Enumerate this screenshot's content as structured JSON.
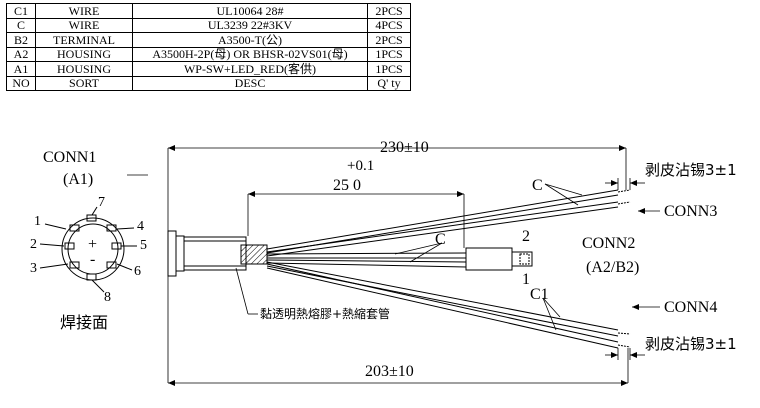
{
  "bom": {
    "rows": [
      {
        "no": "C1",
        "sort": "WIRE",
        "desc": "UL10064 28#",
        "qty": "2PCS"
      },
      {
        "no": "C",
        "sort": "WIRE",
        "desc": "UL3239 22#3KV",
        "qty": "4PCS"
      },
      {
        "no": "B2",
        "sort": "TERMINAL",
        "desc": "A3500-T(公)",
        "qty": "2PCS"
      },
      {
        "no": "A2",
        "sort": "HOUSING",
        "desc": "A3500H-2P(母) OR BHSR-02VS01(母)",
        "qty": "1PCS"
      },
      {
        "no": "A1",
        "sort": "HOUSING",
        "desc": "WP-SW+LED_RED(客供)",
        "qty": "1PCS"
      },
      {
        "no": "NO",
        "sort": "SORT",
        "desc": "DESC",
        "qty": "Q' ty"
      }
    ]
  },
  "labels": {
    "conn1": "CONN1",
    "conn1_sub": "(A1)",
    "dim_230": "230±10",
    "tol": "+0.1",
    "dim_250": "25 0",
    "strip_top": "剥皮沾锡3±1",
    "strip_bottom": "剥皮沾锡3±1",
    "c_top": "C",
    "c_mid": "C",
    "c1_label": "C1",
    "conn3": "CONN3",
    "conn2": "CONN2",
    "conn2_sub": "(A2/B2)",
    "pin2": "2",
    "pin1": "1",
    "conn4": "CONN4",
    "heat_shrink": "黏透明熱熔膠+熱縮套管",
    "dim_203": "203±10",
    "solder_face": "焊接面"
  },
  "pins": [
    "1",
    "2",
    "3",
    "4",
    "5",
    "6",
    "7",
    "8"
  ],
  "face_marks": [
    "+",
    "-"
  ]
}
